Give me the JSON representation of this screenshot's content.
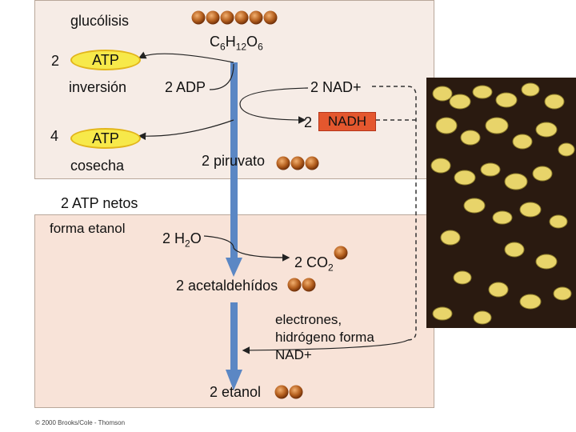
{
  "labels": {
    "glycolysis": "glucólisis",
    "glucose": "C6H12O6",
    "atp_in_count": "2",
    "atp_in": "ATP",
    "investment": "inversión",
    "adp": "2 ADP",
    "nad_plus": "2 NAD+",
    "nadh_count": "2",
    "nadh": "NADH",
    "atp_out_count": "4",
    "atp_out": "ATP",
    "harvest": "cosecha",
    "pyruvate": "2 piruvato",
    "net_atp": "2 ATP netos",
    "forms_ethanol": "forma etanol",
    "water": "2 H2O",
    "co2": "2 CO2",
    "acetaldehyde": "2 acetaldehídos",
    "electrons_1": "electrones,",
    "electrons_2": "hidrógeno forma",
    "electrons_3": "NAD+",
    "ethanol": "2 etanol",
    "copyright": "© 2000 Brooks/Cole - Thomson"
  },
  "colors": {
    "top_panel": "#f6ece6",
    "bottom_panel": "#f8e3d8",
    "arrow_blue": "#5b87c4",
    "molecule": "#a6521b",
    "atp_fill": "#f7e94a",
    "nadh_fill": "#e4572e"
  }
}
